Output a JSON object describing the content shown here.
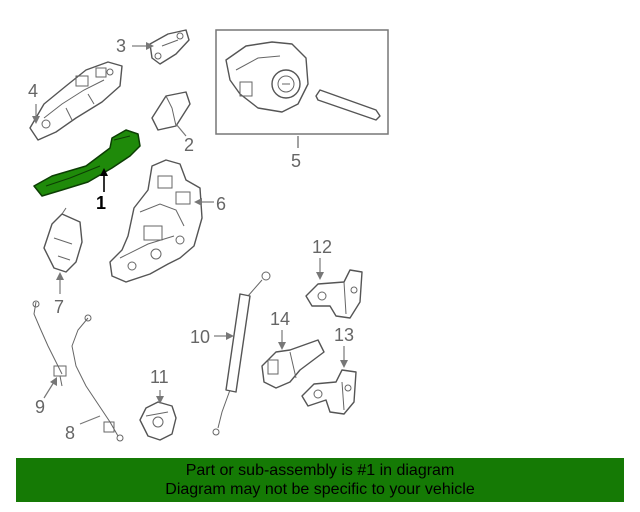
{
  "callouts": [
    {
      "id": "1",
      "label": "1",
      "selected": true
    },
    {
      "id": "2",
      "label": "2"
    },
    {
      "id": "3",
      "label": "3"
    },
    {
      "id": "4",
      "label": "4"
    },
    {
      "id": "5",
      "label": "5"
    },
    {
      "id": "6",
      "label": "6"
    },
    {
      "id": "7",
      "label": "7"
    },
    {
      "id": "8",
      "label": "8"
    },
    {
      "id": "9",
      "label": "9"
    },
    {
      "id": "10",
      "label": "10"
    },
    {
      "id": "11",
      "label": "11"
    },
    {
      "id": "12",
      "label": "12"
    },
    {
      "id": "13",
      "label": "13"
    },
    {
      "id": "14",
      "label": "14"
    }
  ],
  "banner": {
    "line1": "Part or sub-assembly is #1 in diagram",
    "line2": "Diagram may not be specific to your vehicle"
  },
  "colors": {
    "highlight": "#1f8a0a",
    "banner": "#157a05",
    "lines": "#555555"
  }
}
